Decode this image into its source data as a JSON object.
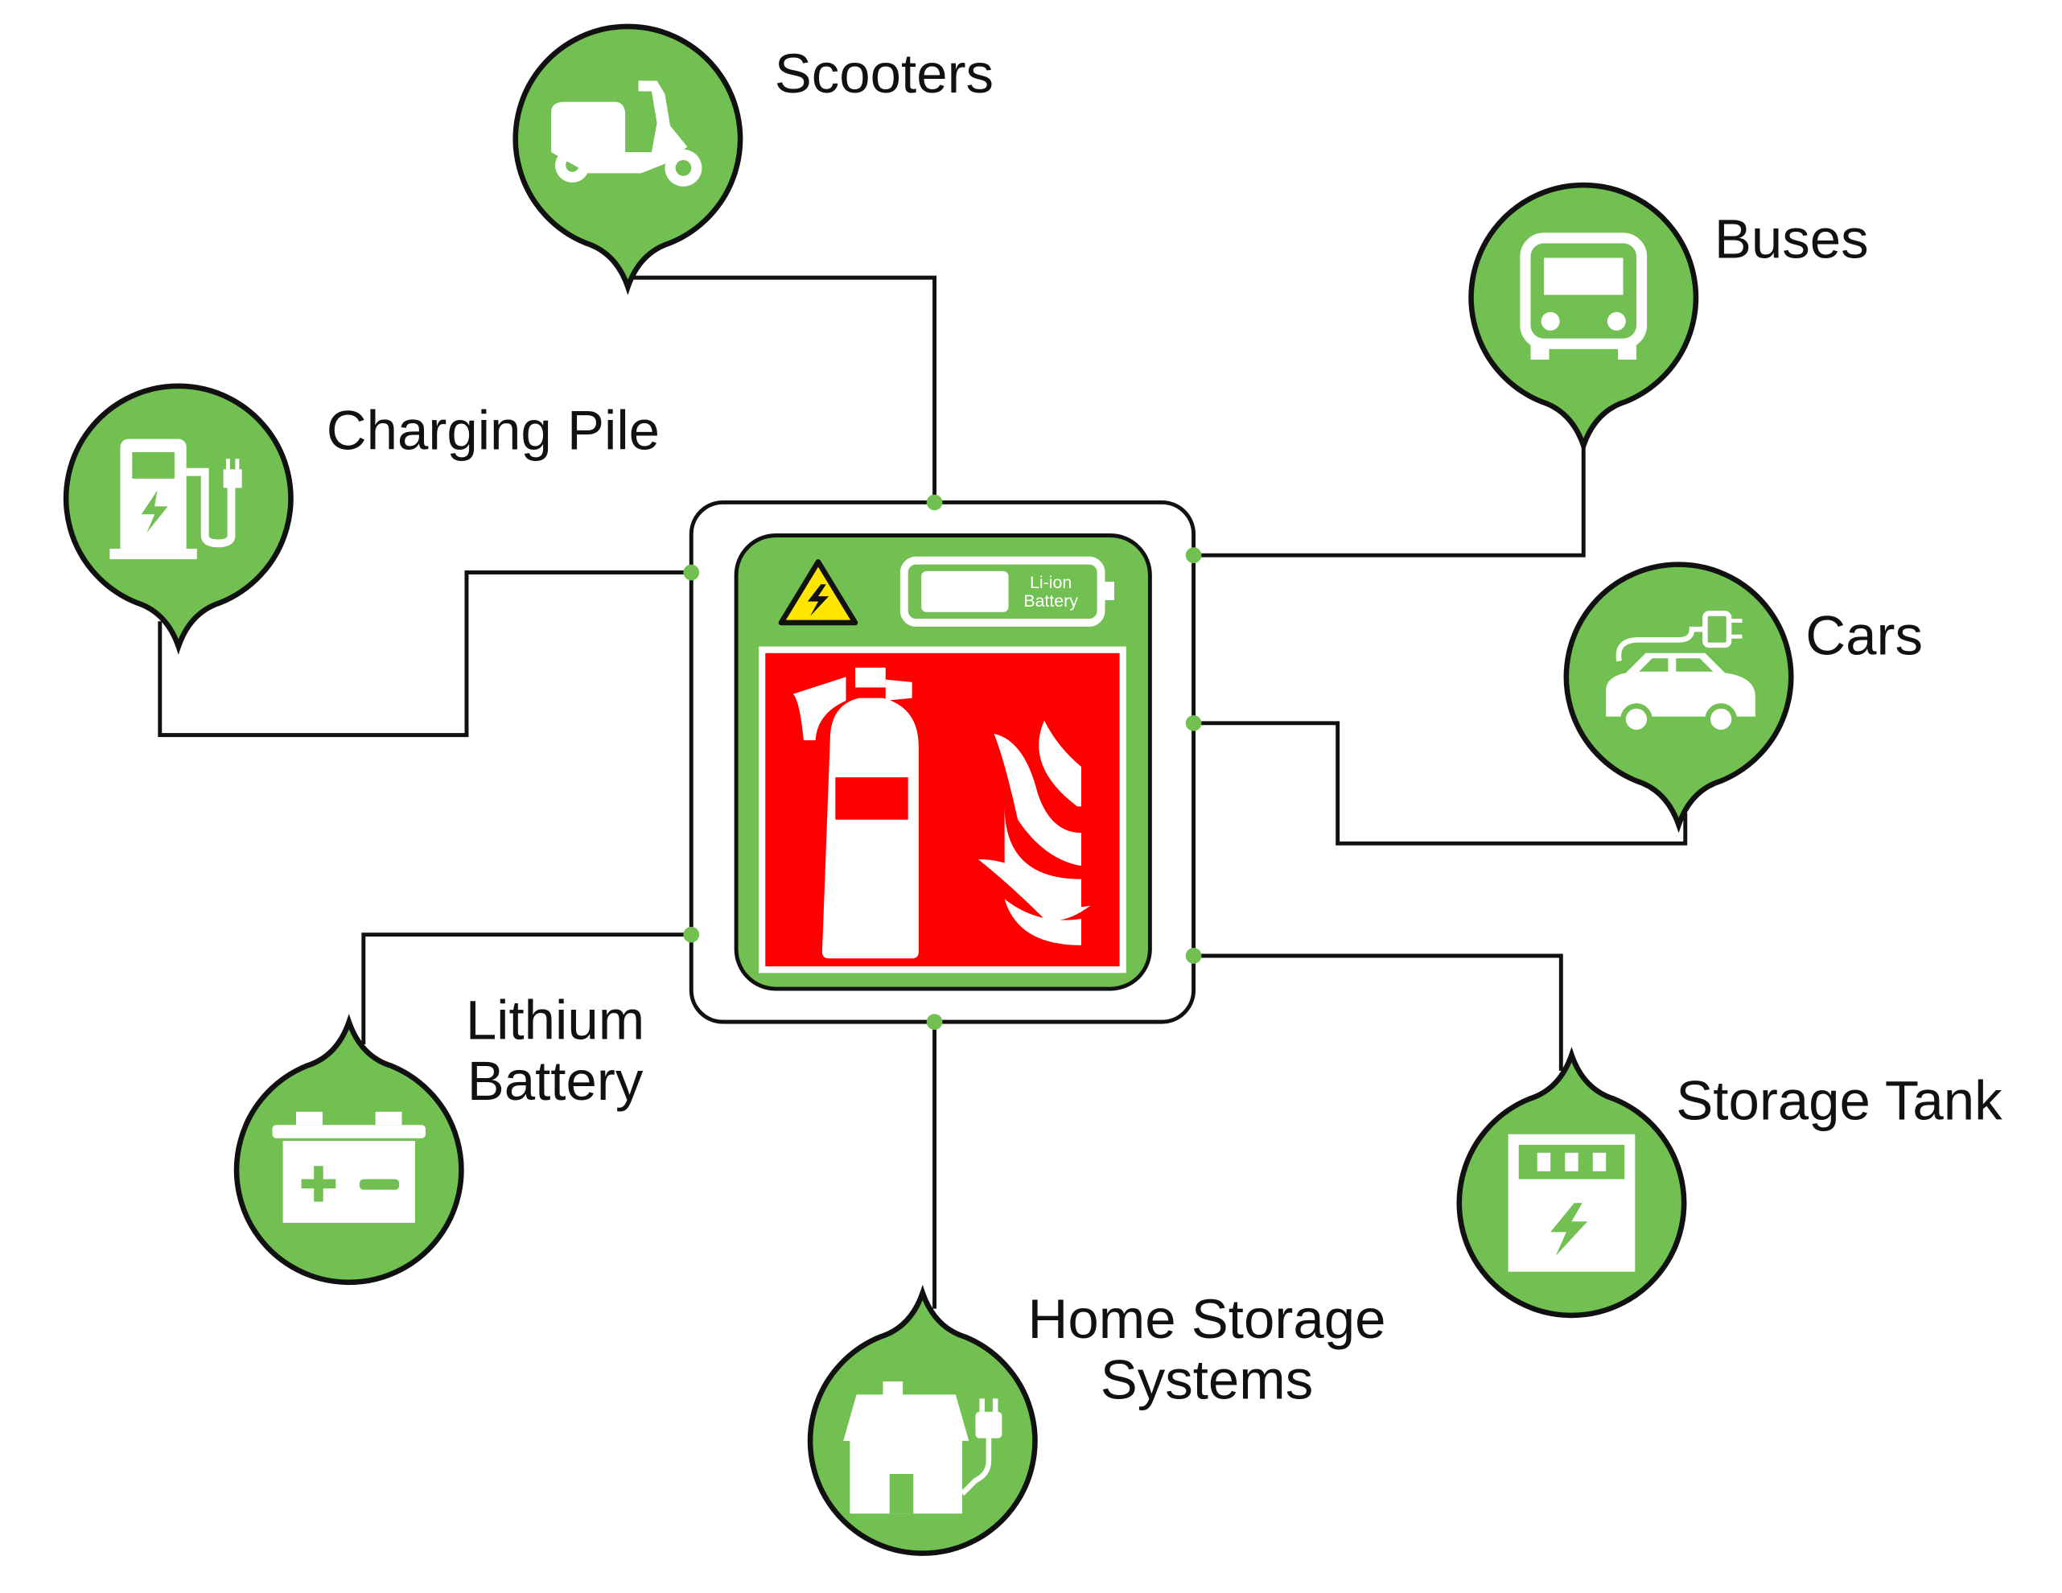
{
  "colors": {
    "green": "#72bf52",
    "red": "#ff0000",
    "warning_yellow": "#ffe600",
    "outline": "#111111"
  },
  "center": {
    "icons": [
      "high-voltage-warning-icon",
      "battery-icon",
      "fire-extinguisher-icon",
      "fire-icon"
    ],
    "battery_label_line1": "Li-ion",
    "battery_label_line2": "Battery"
  },
  "nodes": {
    "scooters": {
      "label": "Scooters",
      "icon": "scooter-icon"
    },
    "buses": {
      "label": "Buses",
      "icon": "bus-icon"
    },
    "charging_pile": {
      "label": "Charging Pile",
      "icon": "charging-station-icon"
    },
    "cars": {
      "label": "Cars",
      "icon": "electric-car-icon"
    },
    "lithium_battery": {
      "label_line1": "Lithium",
      "label_line2": "Battery",
      "icon": "car-battery-icon"
    },
    "home_storage": {
      "label_line1": "Home Storage",
      "label_line2": "Systems",
      "icon": "home-plug-icon"
    },
    "storage_tank": {
      "label": "Storage Tank",
      "icon": "energy-storage-cabinet-icon"
    }
  }
}
